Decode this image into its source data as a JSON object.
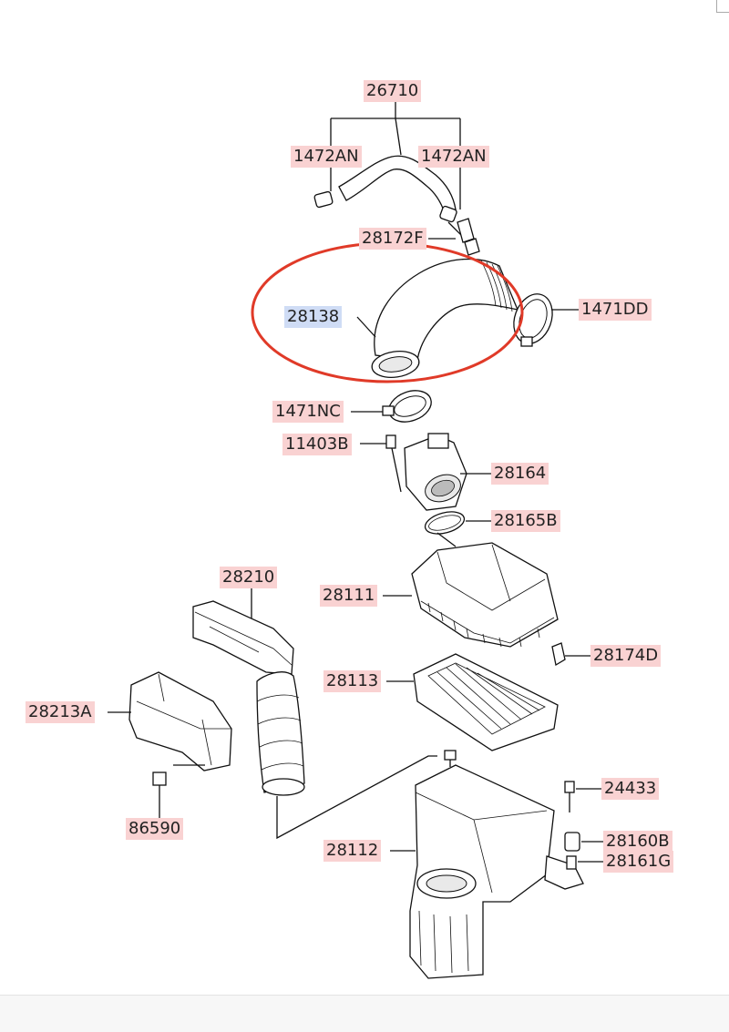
{
  "diagram": {
    "highlight_color": "#cfdcf5",
    "label_color": "#f9d2d2",
    "circle_color": "#e03a28",
    "labels": {
      "p26710": "26710",
      "p1472AN_left": "1472AN",
      "p1472AN_right": "1472AN",
      "p28172F": "28172F",
      "p28138": "28138",
      "p1471DD": "1471DD",
      "p1471NC": "1471NC",
      "p11403B": "11403B",
      "p28164": "28164",
      "p28165B": "28165B",
      "p28210": "28210",
      "p28111": "28111",
      "p28174D": "28174D",
      "p28213A": "28213A",
      "p28113": "28113",
      "p24433": "24433",
      "p86590": "86590",
      "p28160B": "28160B",
      "p28112": "28112",
      "p28161G": "28161G"
    }
  }
}
